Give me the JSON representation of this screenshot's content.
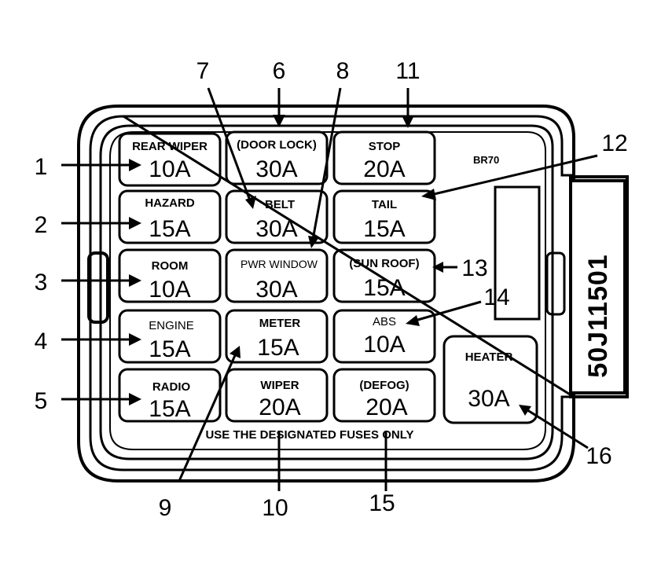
{
  "fuses": [
    {
      "id": "rear-wiper",
      "name": "REAR WIPER",
      "amp": "10A"
    },
    {
      "id": "door-lock",
      "name": "(DOOR LOCK)",
      "amp": "30A"
    },
    {
      "id": "stop",
      "name": "STOP",
      "amp": "20A"
    },
    {
      "id": "hazard",
      "name": "HAZARD",
      "amp": "15A"
    },
    {
      "id": "belt",
      "name": "BELT",
      "amp": "30A"
    },
    {
      "id": "tail",
      "name": "TAIL",
      "amp": "15A"
    },
    {
      "id": "room",
      "name": "ROOM",
      "amp": "10A"
    },
    {
      "id": "pwr-window",
      "name": "PWR WINDOW",
      "amp": "30A"
    },
    {
      "id": "sun-roof",
      "name": "(SUN ROOF)",
      "amp": "15A"
    },
    {
      "id": "engine",
      "name": "ENGINE",
      "amp": "15A"
    },
    {
      "id": "meter",
      "name": "METER",
      "amp": "15A"
    },
    {
      "id": "abs",
      "name": "ABS",
      "amp": "10A"
    },
    {
      "id": "radio",
      "name": "RADIO",
      "amp": "15A"
    },
    {
      "id": "wiper",
      "name": "WIPER",
      "amp": "20A"
    },
    {
      "id": "defog",
      "name": "(DEFOG)",
      "amp": "20A"
    },
    {
      "id": "heater",
      "name": "HEATER",
      "amp": "30A"
    }
  ],
  "callouts": [
    "1",
    "2",
    "3",
    "4",
    "5",
    "6",
    "7",
    "8",
    "9",
    "10",
    "11",
    "12",
    "13",
    "14",
    "15",
    "16"
  ],
  "box_code": "BR70",
  "footer_text": "USE THE DESIGNATED FUSES ONLY",
  "part_number": "50J11501"
}
